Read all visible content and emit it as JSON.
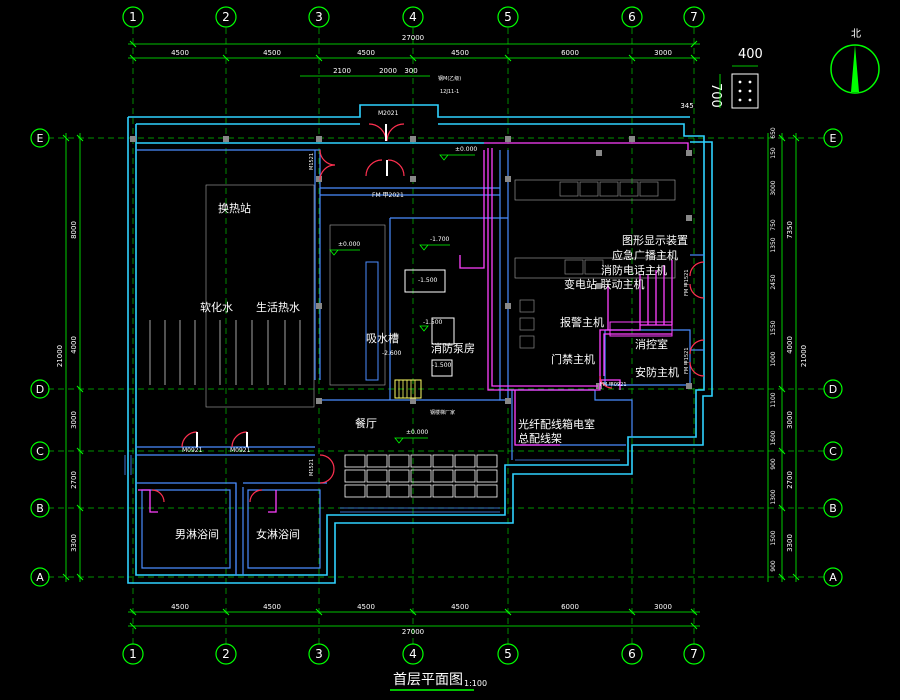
{
  "axes": {
    "numbers": [
      "1",
      "2",
      "3",
      "4",
      "5",
      "6",
      "7"
    ],
    "letters": [
      "E",
      "D",
      "C",
      "B",
      "A"
    ]
  },
  "dims": {
    "top_overall": "27000",
    "top_spans": [
      "4500",
      "4500",
      "4500",
      "4500",
      "6000",
      "3000"
    ],
    "top_sub": [
      "2100",
      "2000",
      "300"
    ],
    "bottom_overall": "27000",
    "bottom_spans": [
      "4500",
      "4500",
      "4500",
      "4500",
      "6000",
      "3000"
    ],
    "left_overall": "21000",
    "left_spans": [
      "8000",
      "4000",
      "3000",
      "2700",
      "3300"
    ],
    "right_overall": "21000",
    "right_spans": [
      "7350",
      "4000",
      "3000",
      "2700",
      "3300"
    ],
    "right_detail": [
      "650",
      "150",
      "3000",
      "750",
      "1350",
      "2450",
      "1550",
      "1000",
      "1100",
      "1600",
      "900",
      "1300",
      "1500",
      "900"
    ],
    "d345": "345",
    "legend_w": "400",
    "legend_h": "700"
  },
  "labels": {
    "north": "北",
    "heat_station": "换热站",
    "soft_water": "软化水",
    "hot_water": "生活热水",
    "suction_well": "吸水槽",
    "fire_pump_room": "消防泵房",
    "hall": "餐厅",
    "fiber_room": "光纤配线箱电室",
    "distribution_frame": "总配线架",
    "control_room": "消控室",
    "graphic_display": "图形显示装置",
    "broadcast": "应急广播主机",
    "fire_phone": "消防电话主机",
    "substation": "变电站 联动主机",
    "alarm_host": "报警主机",
    "door_host": "门禁主机",
    "security_host": "安防主机",
    "male_bath": "男淋浴间",
    "female_bath": "女淋浴间",
    "stair_label": "钢楼梯厂家",
    "door_tag": "钢M(乙级)",
    "door_tag2": "12J11-1",
    "title": "首层平面图",
    "title_scale": "1:100"
  },
  "elevations": {
    "e1": "±0.000",
    "e2": "±0.000",
    "e3": "-1.700",
    "e4": "-1.500",
    "e5": "-1.500",
    "e6": "-1.500",
    "e7": "-2.600",
    "e8": "±0.000"
  },
  "doors": {
    "m2021_top": "M2021",
    "fm_top": "FM 甲2021",
    "m1521_left": "M1521",
    "m0921_a": "M0921",
    "m0921_b": "M0921",
    "m1521_b": "M1521",
    "fm_right1": "FM 甲1521",
    "fm_right2": "FM 甲1521",
    "fm_ctrl": "FM 甲0921"
  },
  "colors": {
    "axis": "#00ff00",
    "wall": "#2fd3ff",
    "wall2": "#4a8cff",
    "text": "#ffffff",
    "door": "#ff3050",
    "pipe": "#ff40ff",
    "yellow": "#ffff66"
  }
}
